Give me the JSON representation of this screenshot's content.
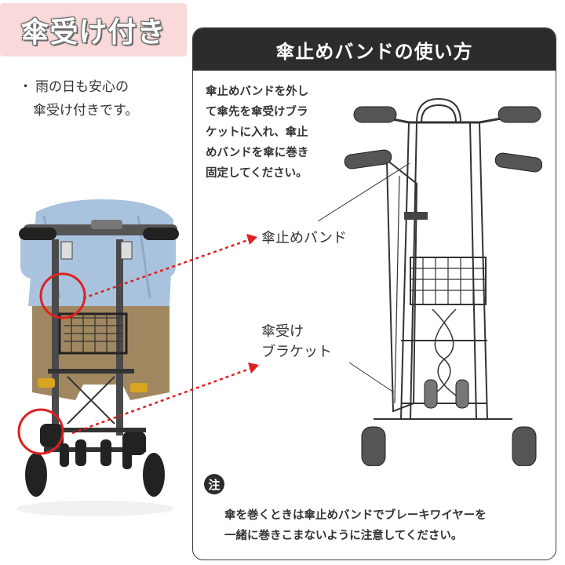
{
  "badge": {
    "title": "傘受け付き"
  },
  "description": {
    "bullet": "・",
    "line1": "雨の日も安心の",
    "line2": "傘受け付きです。"
  },
  "panel": {
    "title": "傘止めバンドの使い方",
    "instructions": [
      "傘止めバンドを外し",
      "て傘先を傘受けブラ",
      "ケットに入れ、傘止",
      "めバンドを傘に巻き",
      "固定してください。"
    ],
    "label_band": "傘止めバンド",
    "label_bracket": [
      "傘受け",
      "ブラケット"
    ],
    "note_icon": "注",
    "note": [
      "傘を巻くときは傘止めバンドでブレーキワイヤーを",
      "一緒に巻きこまないように注意してください。"
    ]
  },
  "colors": {
    "badge_bg": "#f9d9d9",
    "header_bg": "#2c2c2c",
    "accent_red": "#e02020"
  }
}
